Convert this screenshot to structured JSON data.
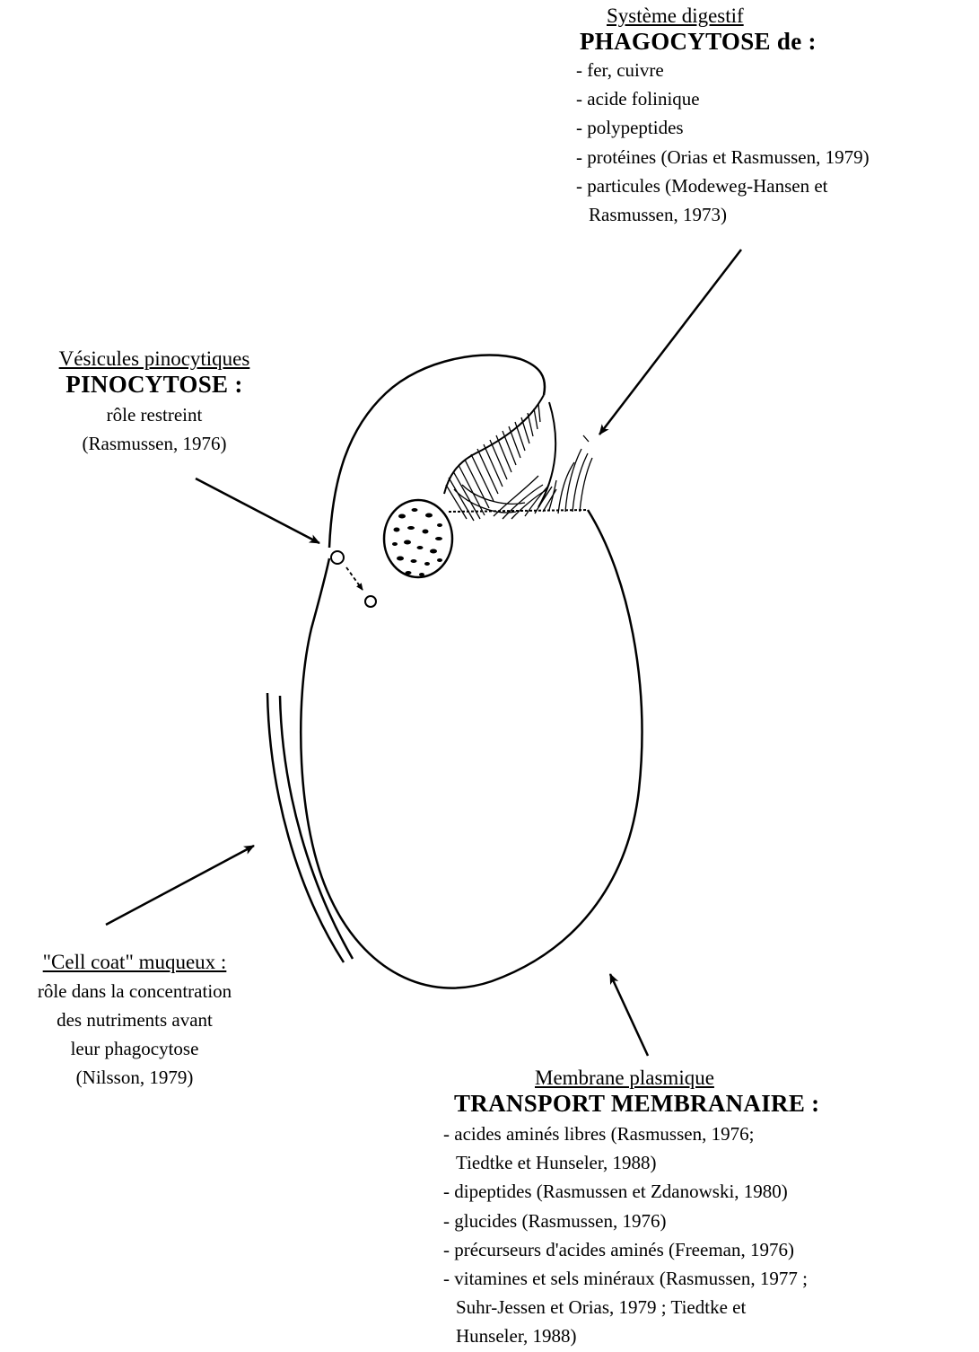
{
  "digestif": {
    "title": "Système digestif",
    "heading": "PHAGOCYTOSE de :",
    "lines": [
      "- fer, cuivre",
      "- acide folinique",
      "- polypeptides",
      "- protéines (Orias et Rasmussen, 1979)",
      "- particules (Modeweg-Hansen et",
      "Rasmussen, 1973)"
    ]
  },
  "pinocytose": {
    "title": "Vésicules pinocytiques",
    "heading": "PINOCYTOSE :",
    "lines": [
      "rôle restreint",
      "(Rasmussen, 1976)"
    ]
  },
  "cellcoat": {
    "title": "\"Cell coat\" muqueux :",
    "lines": [
      "rôle dans la concentration",
      "des nutriments avant",
      "leur phagocytose",
      "(Nilsson, 1979)"
    ]
  },
  "membrane": {
    "title": "Membrane plasmique",
    "heading": "TRANSPORT MEMBRANAIRE :",
    "lines": [
      "- acides aminés libres (Rasmussen, 1976;",
      "Tiedtke et Hunseler, 1988)",
      "- dipeptides (Rasmussen et Zdanowski, 1980)",
      "- glucides (Rasmussen, 1976)",
      "- précurseurs d'acides aminés (Freeman, 1976)",
      "- vitamines et sels minéraux (Rasmussen, 1977 ;",
      "Suhr-Jessen et Orias, 1979 ; Tiedtke et",
      "Hunseler, 1988)"
    ]
  }
}
